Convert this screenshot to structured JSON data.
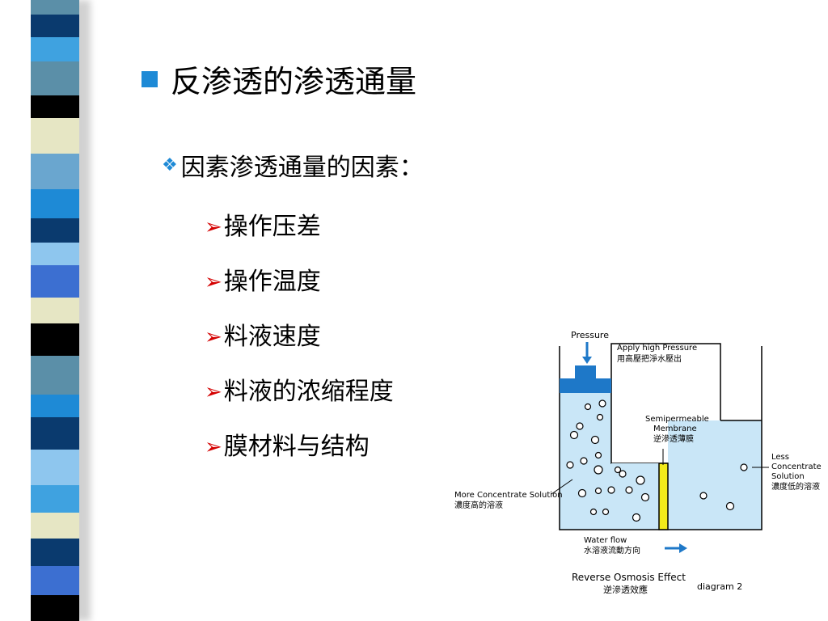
{
  "slide": {
    "title": "反渗透的渗透通量",
    "subtitle": "因素渗透通量的因素：",
    "bullets": [
      {
        "label": "操作压差"
      },
      {
        "label": "操作温度"
      },
      {
        "label": "料液速度"
      },
      {
        "label": "料液的浓缩程度"
      },
      {
        "label": "膜材料与结构"
      }
    ]
  },
  "icons": {
    "title_bullet": "blue-square-icon",
    "subtitle_bullet": "diamond-cluster-icon",
    "item_bullet": "red-arrow-icon"
  },
  "colors": {
    "accent_blue": "#1e8ad6",
    "arrow_red": "#d40000",
    "stripe": [
      "#5b8fa8",
      "#0a3a6e",
      "#3fa2e0",
      "#e6e6c4",
      "#000000",
      "#6aa6cf"
    ]
  },
  "diagram": {
    "pressure_label": "Pressure",
    "apply_en": "Apply high Pressure",
    "apply_zh": "用高壓把淨水壓出",
    "membrane_en1": "Semipermeable",
    "membrane_en2": "Membrane",
    "membrane_zh": "逆滲透薄膜",
    "less_en1": "Less",
    "less_en2": "Concentrate",
    "less_en3": "Solution",
    "less_zh": "濃度低的溶液",
    "more_en": "More Concentrate Solution",
    "more_zh": "濃度高的溶液",
    "flow_en": "Water flow",
    "flow_zh": "水溶液流動方向",
    "effect_en": "Reverse Osmosis Effect",
    "effect_zh": "逆滲透效應",
    "diagram_no": "diagram 2"
  }
}
